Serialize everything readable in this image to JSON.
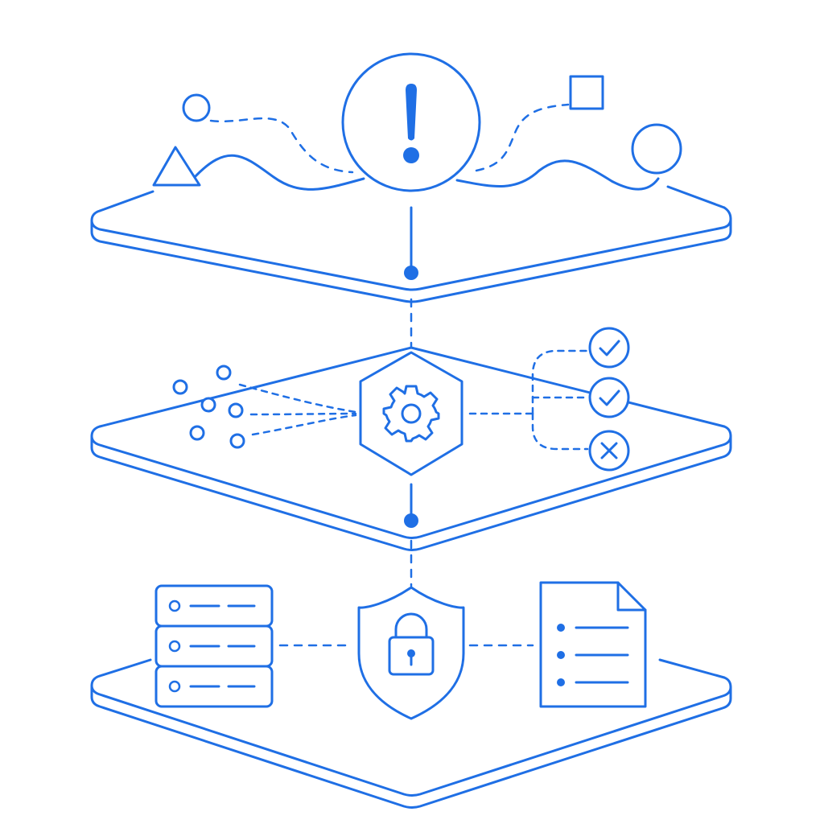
{
  "colors": {
    "accent": "#1f6fe5",
    "background": "#ffffff"
  },
  "layers": [
    {
      "name": "top-layer",
      "center_icon": "exclamation-circle-icon",
      "decor_icons": [
        "circle-icon",
        "triangle-icon",
        "square-icon",
        "circle-icon"
      ]
    },
    {
      "name": "middle-layer",
      "center_icon": "gear-hexagon-icon",
      "inputs": [
        "dot",
        "dot",
        "dot",
        "dot",
        "dot",
        "dot"
      ],
      "outcomes": [
        "check",
        "check",
        "x"
      ]
    },
    {
      "name": "bottom-layer",
      "center_icon": "shield-lock-icon",
      "left_icon": "server-stack-icon",
      "server_units": 3,
      "right_icon": "document-list-icon",
      "document_lines": 3
    }
  ]
}
